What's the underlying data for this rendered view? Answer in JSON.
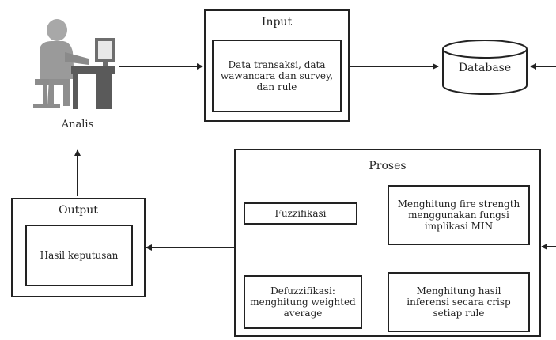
{
  "analyst": {
    "label": "Analis"
  },
  "input": {
    "title": "Input",
    "content": "Data transaksi, data wawancara dan survey, dan rule"
  },
  "database": {
    "label": "Database"
  },
  "output": {
    "title": "Output",
    "content": "Hasil keputusan"
  },
  "proses": {
    "title": "Proses",
    "fuzzifikasi": "Fuzzifikasi",
    "fire_strength": "Menghitung fire strength menggunakan fungsi implikasi MIN",
    "inferensi": "Menghitung hasil inferensi secara crisp setiap rule",
    "defuzzifikasi": "Defuzzifikasi: menghitung weighted average"
  }
}
